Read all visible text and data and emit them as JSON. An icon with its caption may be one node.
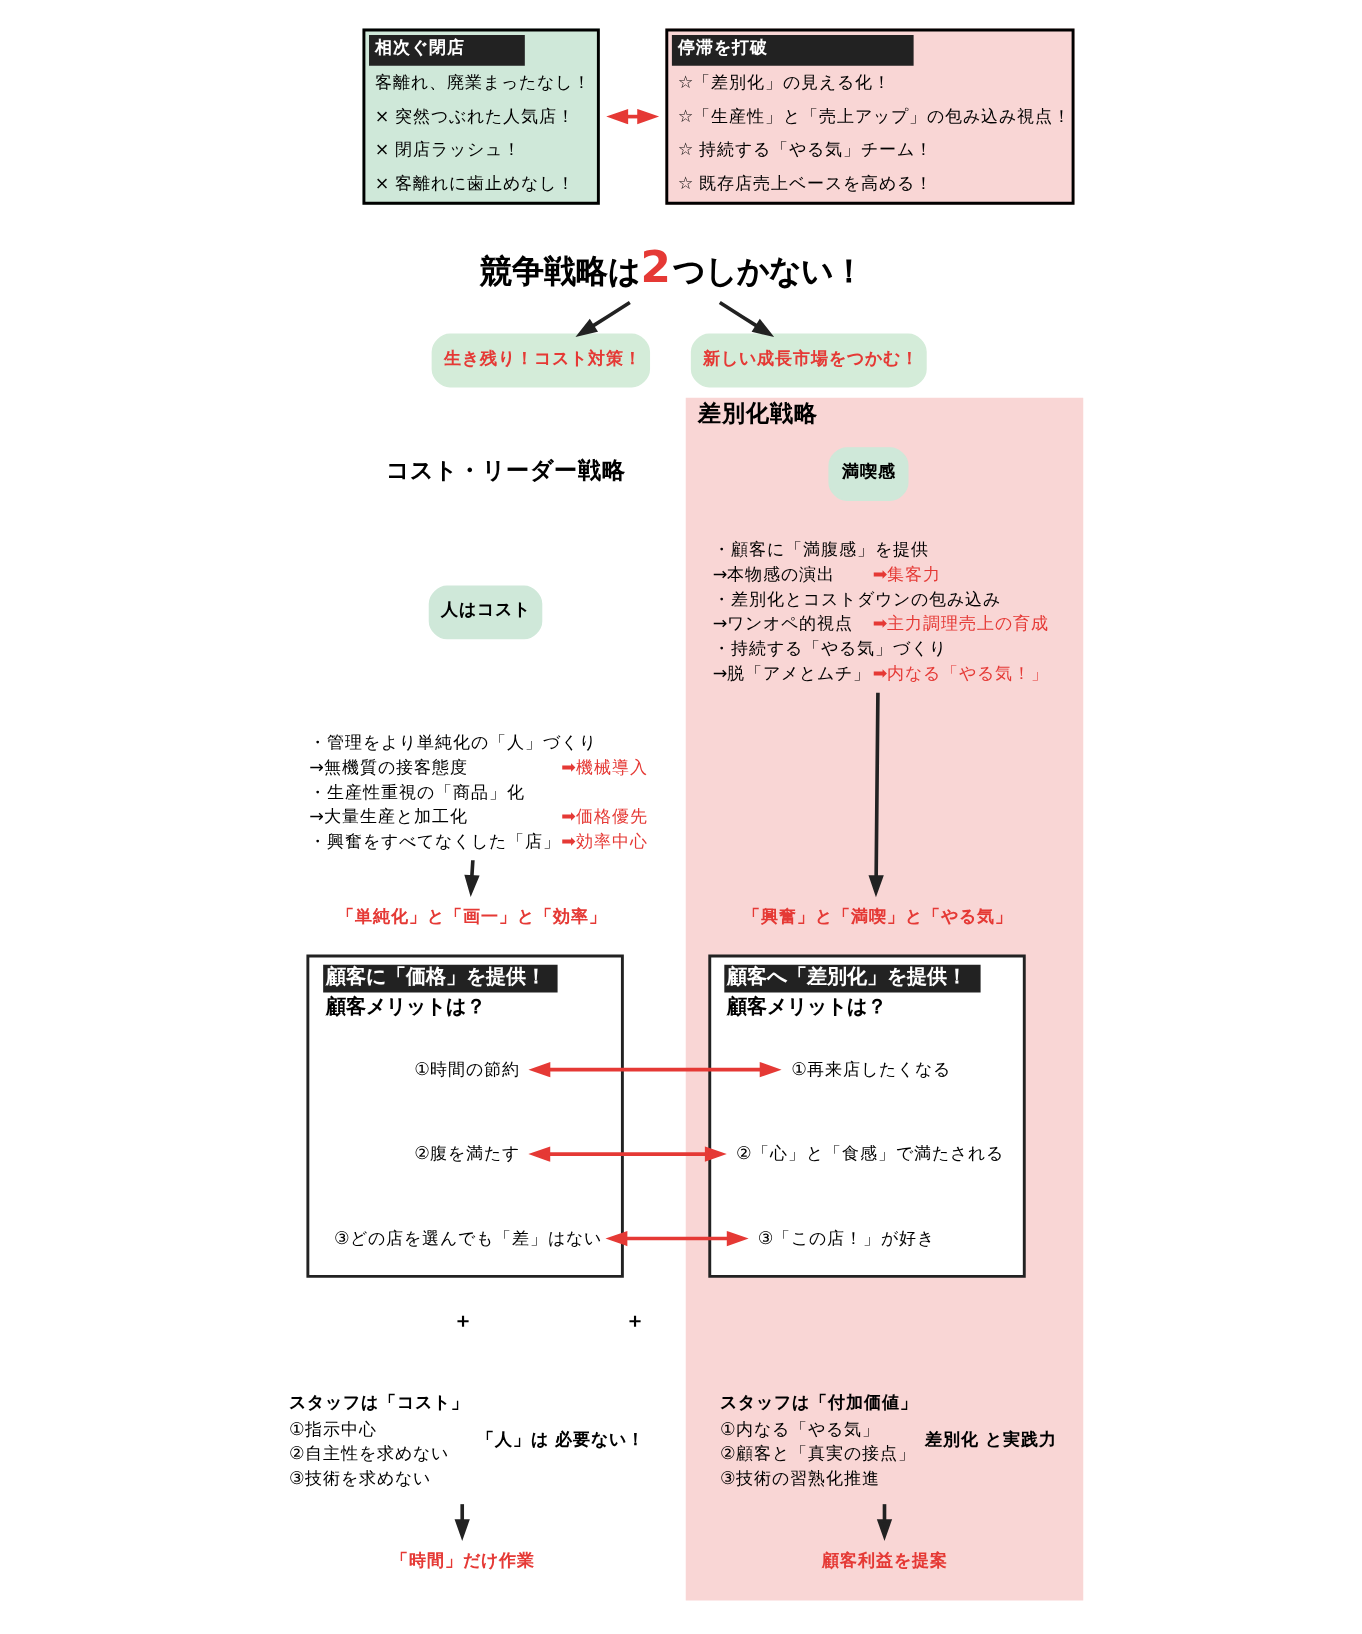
{
  "diagram": {
    "nodes": [
      {
        "text": [
          "相次ぐ閉店",
          "客離れ、廃業まったなし！",
          "× 突然つぶれた人気店！",
          "× 閉店ラッシュ！",
          "× 客離れに歯止めなし！"
        ]
      },
      {
        "text": [
          "停滞を打破",
          "☆「差別化」の見える化！",
          "☆「生産性」と「売上アップ」の包み込み視点！",
          "☆ 持続する「やる気」チーム！",
          "☆ 既存店売上ベースを高める！"
        ]
      },
      {
        "text": [
          "競争戦略は2つしかない！"
        ]
      },
      {
        "text": [
          "生き残り！コスト対策！"
        ]
      },
      {
        "text": [
          "新しい成長市場をつかむ！"
        ]
      },
      {
        "text": [
          "人はコスト"
        ]
      },
      {
        "text": [
          "・管理をより単純化の「人」づくり",
          "→無機質の接客態度",
          "➡機械導入",
          "・生産性重視の「商品」化",
          "→大量生産と加工化",
          "➡価格優先",
          "・興奮をすべてなくした「店」",
          "➡効率中心"
        ]
      },
      {
        "text": [
          "「単純化」と「画一」と「効率」"
        ]
      },
      {
        "text": [
          "顧客に「価格」を提供！",
          "顧客メリットは？"
        ]
      },
      {
        "text": [
          "①時間の節約"
        ],
        "in": 8
      },
      {
        "text": [
          "②腹を満たす"
        ],
        "in": 8
      },
      {
        "text": [
          "③どの店を選んでも「差」はない"
        ],
        "in": 8
      },
      {
        "text": [
          "スタッフは「コスト」",
          "①指示中心",
          "②自主性を求めない",
          "③技術を求めない"
        ],
        "beside": [
          "「人」は 必要ない！"
        ]
      },
      {
        "text": [
          "「時間」だけ作業"
        ]
      },
      {
        "text": [
          "差別化戦略"
        ]
      },
      {
        "text": [
          "満喫感"
        ],
        "in": 14
      },
      {
        "text": [
          "・顧客に「満腹感」を提供",
          "→本物感の演出",
          "➡集客力",
          "・差別化とコストダウンの包み込み",
          "→ワンオペ的視点",
          "➡主力調理売上の育成",
          "・持続する「やる気」づくり",
          "→脱「アメとムチ」",
          "➡内なる「やる気！」"
        ],
        "in": 14
      },
      {
        "text": [
          "「興奮」と「満喫」と「やる気」"
        ],
        "in": 14
      },
      {
        "text": [
          "顧客へ「差別化」を提供！",
          "顧客メリットは？"
        ],
        "in": 14
      },
      {
        "text": [
          "①再来店したくなる"
        ],
        "in": 18
      },
      {
        "text": [
          "②「心」と「食感」で満たされる"
        ],
        "in": 18
      },
      {
        "text": [
          "③「この店！」が好き"
        ],
        "in": 18
      },
      {
        "text": [
          "スタッフは「付加価値」",
          "①内なる「やる気」",
          "②顧客と「真実の接点」",
          "③技術の習熟化推進"
        ],
        "beside": [
          "差別化 と実践力"
        ],
        "in": 14
      },
      {
        "text": [
          "顧客利益を提案"
        ],
        "in": 14
      }
    ],
    "edges": [
      {
        "from": 0,
        "to": 1,
        "arrow": "both",
        "color": "#e53935"
      },
      {
        "from": 2,
        "to": 3,
        "arrow": "to"
      },
      {
        "from": 2,
        "to": 4,
        "arrow": "to"
      },
      {
        "from": 6,
        "to": 7,
        "arrow": "to"
      },
      {
        "from": 16,
        "to": 17,
        "arrow": "to"
      },
      {
        "from": 9,
        "to": 19,
        "arrow": "both",
        "color": "#e53935"
      },
      {
        "from": 10,
        "to": 20,
        "arrow": "both",
        "color": "#e53935"
      },
      {
        "from": 11,
        "to": 21,
        "arrow": "both",
        "color": "#e53935"
      },
      {
        "from": 12,
        "to": 13,
        "arrow": "to"
      },
      {
        "from": 22,
        "to": 23,
        "arrow": "to"
      }
    ],
    "labels": [
      "コスト・リーダー戦略",
      "＋",
      "＋"
    ]
  }
}
